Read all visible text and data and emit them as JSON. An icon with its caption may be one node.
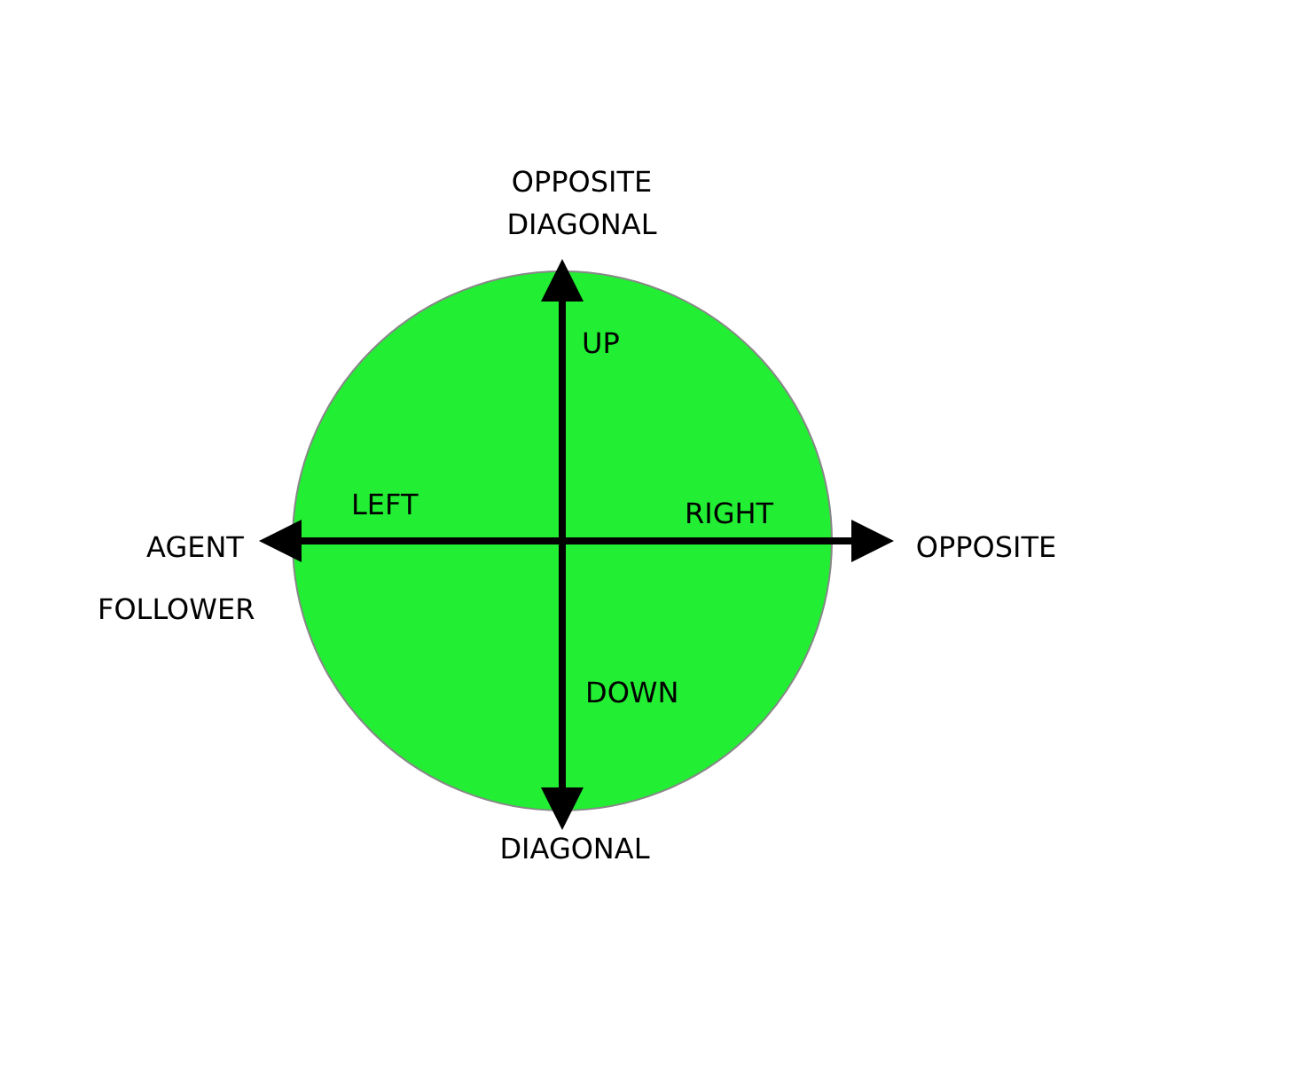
{
  "diagram": {
    "nodes": [
      {
        "text": [],
        "shape": "circle"
      },
      {
        "text": [
          "OPPOSITE DIAGONAL"
        ]
      },
      {
        "text": [
          "AGENT"
        ]
      },
      {
        "text": [
          "OPPOSITE"
        ]
      },
      {
        "text": [
          "DIAGONAL"
        ]
      }
    ],
    "edges": [
      {
        "from": 0,
        "to": 1,
        "arrow": "to",
        "label": "UP"
      },
      {
        "from": 0,
        "to": 2,
        "arrow": "to",
        "label": "LEFT"
      },
      {
        "from": 0,
        "to": 3,
        "arrow": "to",
        "label": "RIGHT"
      },
      {
        "from": 0,
        "to": 4,
        "arrow": "to",
        "label": "DOWN"
      }
    ],
    "labels": [
      "FOLLOWER"
    ]
  }
}
